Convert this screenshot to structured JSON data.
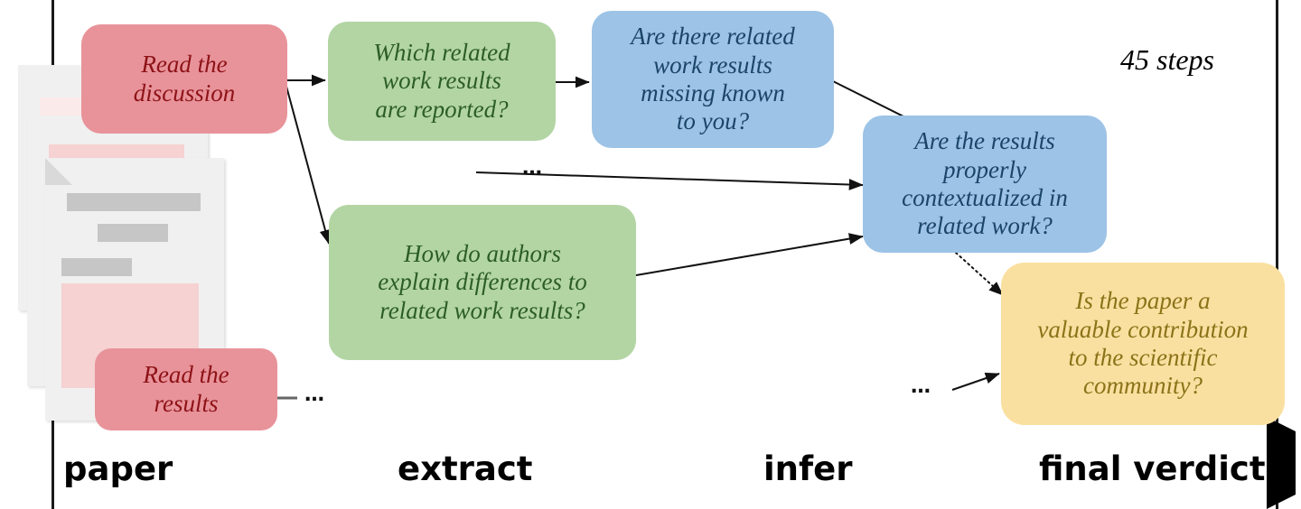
{
  "figure": {
    "caption_steps": "45 steps",
    "ellipsis": "…"
  },
  "stages": [
    {
      "id": "paper",
      "label": "paper"
    },
    {
      "id": "extract",
      "label": "extract"
    },
    {
      "id": "infer",
      "label": "infer"
    },
    {
      "id": "final-verdict",
      "label": "final verdict"
    }
  ],
  "nodes": {
    "read_discussion": {
      "label": "Read the discussion",
      "lines": [
        "Read the",
        "discussion"
      ],
      "stage": "paper",
      "color": "#e8939a",
      "text_color": "#8d1217"
    },
    "read_results": {
      "label": "Read the results",
      "lines": [
        "Read the",
        "results"
      ],
      "stage": "paper",
      "color": "#e8939a",
      "text_color": "#8d1217"
    },
    "which_related": {
      "label": "Which related work results are reported?",
      "lines": [
        "Which related",
        "work results",
        "are reported?"
      ],
      "stage": "extract",
      "color": "#b3d5a4",
      "text_color": "#2c5d26"
    },
    "how_authors": {
      "label": "How do authors explain differences to related work results?",
      "lines": [
        "How do authors",
        "explain differences to",
        "related work results?"
      ],
      "stage": "extract",
      "color": "#b3d5a4",
      "text_color": "#2c5d26"
    },
    "missing_known": {
      "label": "Are there related work results missing known to you?",
      "lines": [
        "Are there related",
        "work results",
        "missing known",
        "to you?"
      ],
      "stage": "infer",
      "color": "#9dc3e6",
      "text_color": "#1b4469"
    },
    "contextualized": {
      "label": "Are the results properly contextualized in related work?",
      "lines": [
        "Are the results",
        "properly",
        "contextualized in",
        "related work?"
      ],
      "stage": "infer",
      "color": "#9dc3e6",
      "text_color": "#1b4469"
    },
    "final_verdict": {
      "label": "Is the paper a valuable contribution to the scientific community?",
      "lines": [
        "Is the paper a",
        "valuable contribution",
        "to the scientific",
        "community?"
      ],
      "stage": "final verdict",
      "color": "#fae0a0",
      "text_color": "#8a7318"
    }
  },
  "edges": [
    {
      "from": "read_discussion",
      "to": "which_related",
      "style": "solid"
    },
    {
      "from": "read_discussion",
      "to": "how_authors",
      "style": "solid"
    },
    {
      "from": "which_related",
      "to": "missing_known",
      "style": "solid"
    },
    {
      "from": "missing_known",
      "to": "contextualized",
      "style": "solid"
    },
    {
      "from": "how_authors",
      "to": "contextualized",
      "style": "solid"
    },
    {
      "from": "ellipsis_mid",
      "to": "contextualized",
      "style": "solid"
    },
    {
      "from": "contextualized",
      "to": "final_verdict",
      "style": "dotted"
    },
    {
      "from": "ellipsis_bottom",
      "to": "final_verdict",
      "style": "solid"
    },
    {
      "from": "read_results",
      "to": "ellipsis_bottom_left",
      "style": "stub"
    }
  ],
  "colors": {
    "red_fill": "#e8939a",
    "green_fill": "#b3d5a4",
    "blue_fill": "#9dc3e6",
    "yellow_fill": "#fae0a0",
    "paper_sheet": "#f0f0f0",
    "paper_bar": "#c6c6c6",
    "paper_pink": "#f6d2d2",
    "rule": "#1a1a1a"
  }
}
